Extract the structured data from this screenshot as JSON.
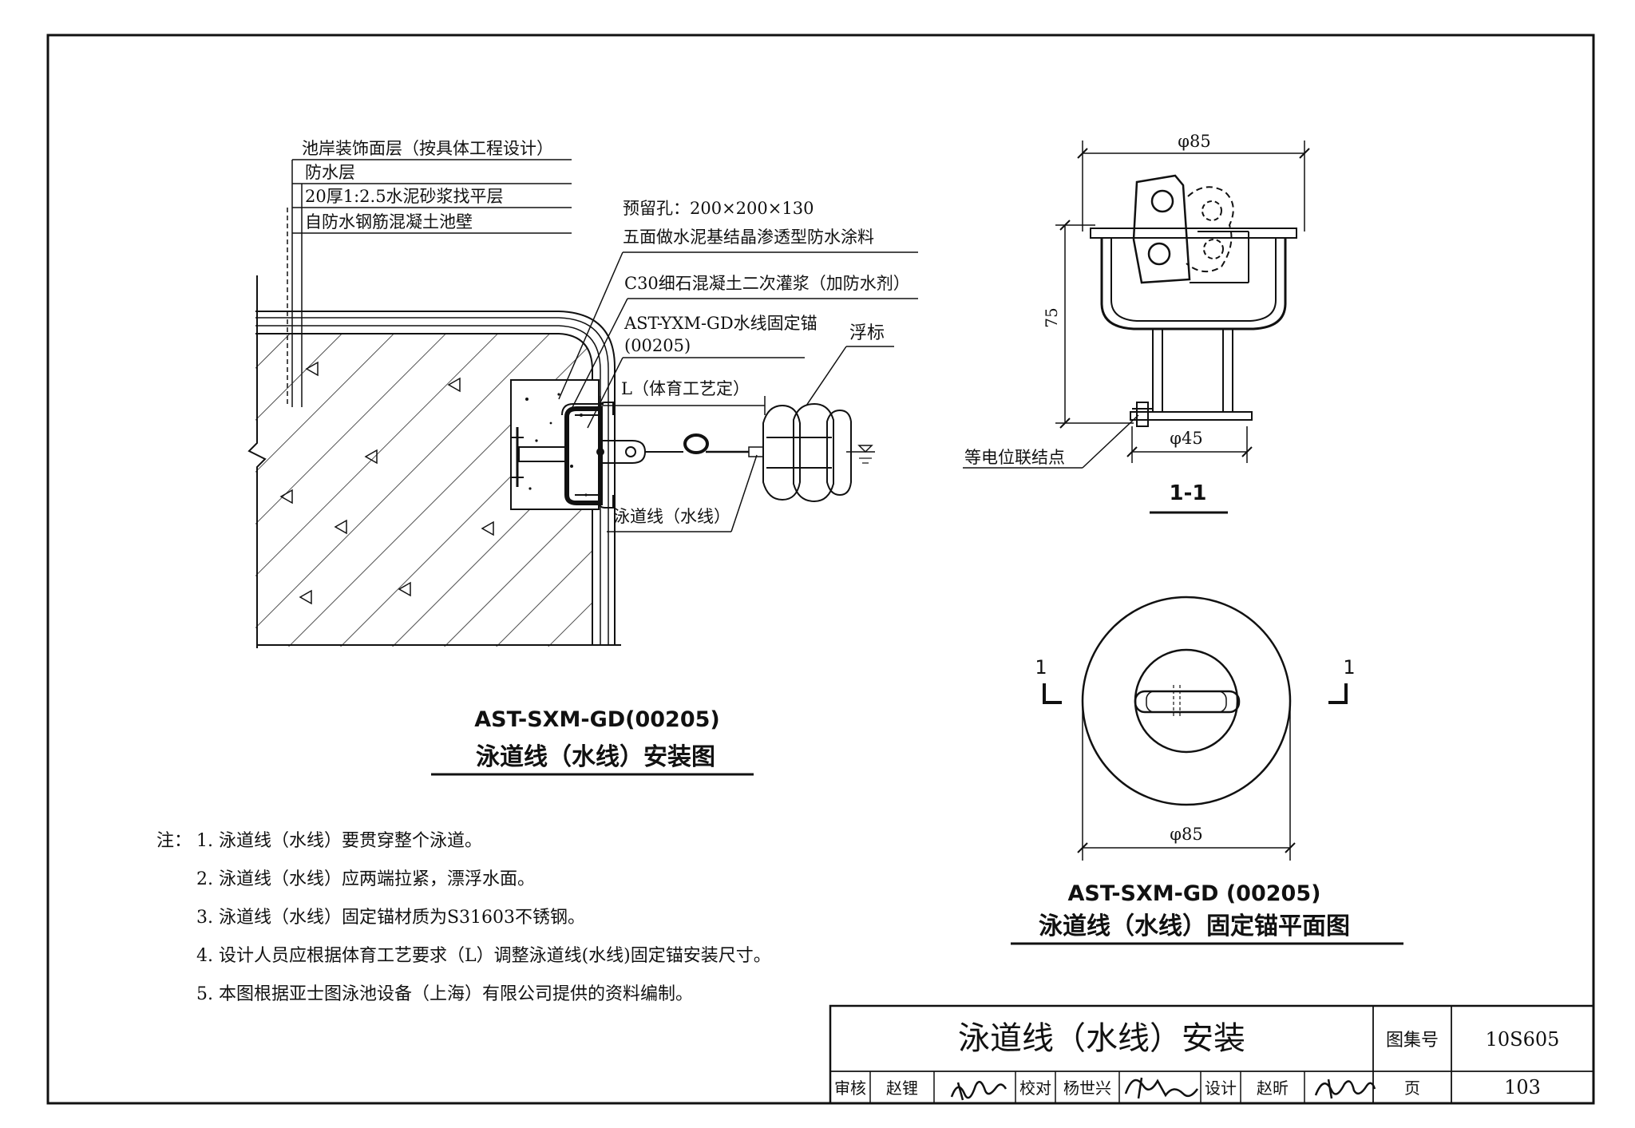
{
  "installation_diagram": {
    "layers": [
      "池岸装饰面层（按具体工程设计）",
      "防水层",
      "20厚1:2.5水泥砂浆找平层",
      "自防水钢筋混凝土池壁"
    ],
    "reserved_hole": "预留孔：200×200×130",
    "reserved_hole_note": "五面做水泥基结晶渗透型防水涂料",
    "grout": "C30细石混凝土二次灌浆（加防水剂）",
    "anchor_model": "AST-YXM-GD水线固定锚",
    "anchor_code": "(00205)",
    "float_label": "浮标",
    "length_label": "L（体育工艺定）",
    "lane_line_label": "泳道线（水线）",
    "title_model": "AST-SXM-GD(00205)",
    "title": "泳道线（水线）安装图"
  },
  "section_view": {
    "dim_top": "φ85",
    "dim_height": "75",
    "dim_bottom": "φ45",
    "bonding_point": "等电位联结点",
    "section_label": "1-1"
  },
  "plan_view": {
    "section_mark_left": "1",
    "section_mark_right": "1",
    "dim_diameter": "φ85",
    "title_model": "AST-SXM-GD (00205)",
    "title": "泳道线（水线）固定锚平面图"
  },
  "notes": {
    "prefix": "注：",
    "items": [
      "1. 泳道线（水线）要贯穿整个泳道。",
      "2. 泳道线（水线）应两端拉紧，漂浮水面。",
      "3. 泳道线（水线）固定锚材质为S31603不锈钢。",
      "4. 设计人员应根据体育工艺要求（L）调整泳道线(水线)固定锚安装尺寸。",
      "5. 本图根据亚士图泳池设备（上海）有限公司提供的资料编制。"
    ]
  },
  "title_block": {
    "title": "泳道线（水线）安装",
    "atlas_label": "图集号",
    "atlas_no": "10S605",
    "review_label": "审核",
    "review_name": "赵锂",
    "review_sign": "赵锂",
    "check_label": "校对",
    "check_name": "杨世兴",
    "check_sign": "杨世兴",
    "design_label": "设计",
    "design_name": "赵昕",
    "design_sign": "赵昕",
    "page_label": "页",
    "page_no": "103"
  }
}
